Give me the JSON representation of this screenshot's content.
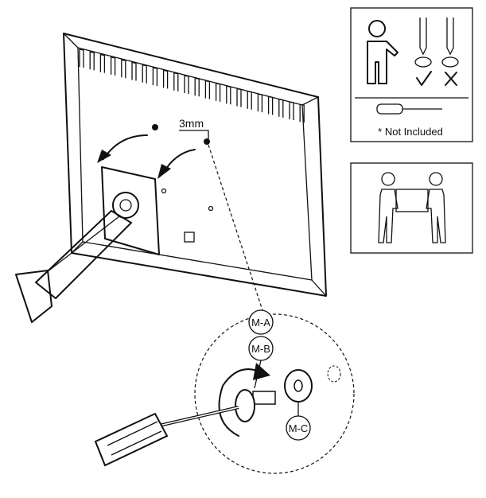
{
  "labels": {
    "screw_size": "3mm",
    "part_a": "M-A",
    "part_b": "M-B",
    "part_c": "M-C",
    "tool_note": "* Not Included"
  },
  "icons": [
    "person-icon",
    "screwdriver-phillips-icon",
    "screwdriver-flat-icon",
    "check-icon",
    "cross-icon",
    "screwdriver-icon",
    "two-person-lift-icon",
    "rotate-arrow-icon"
  ]
}
